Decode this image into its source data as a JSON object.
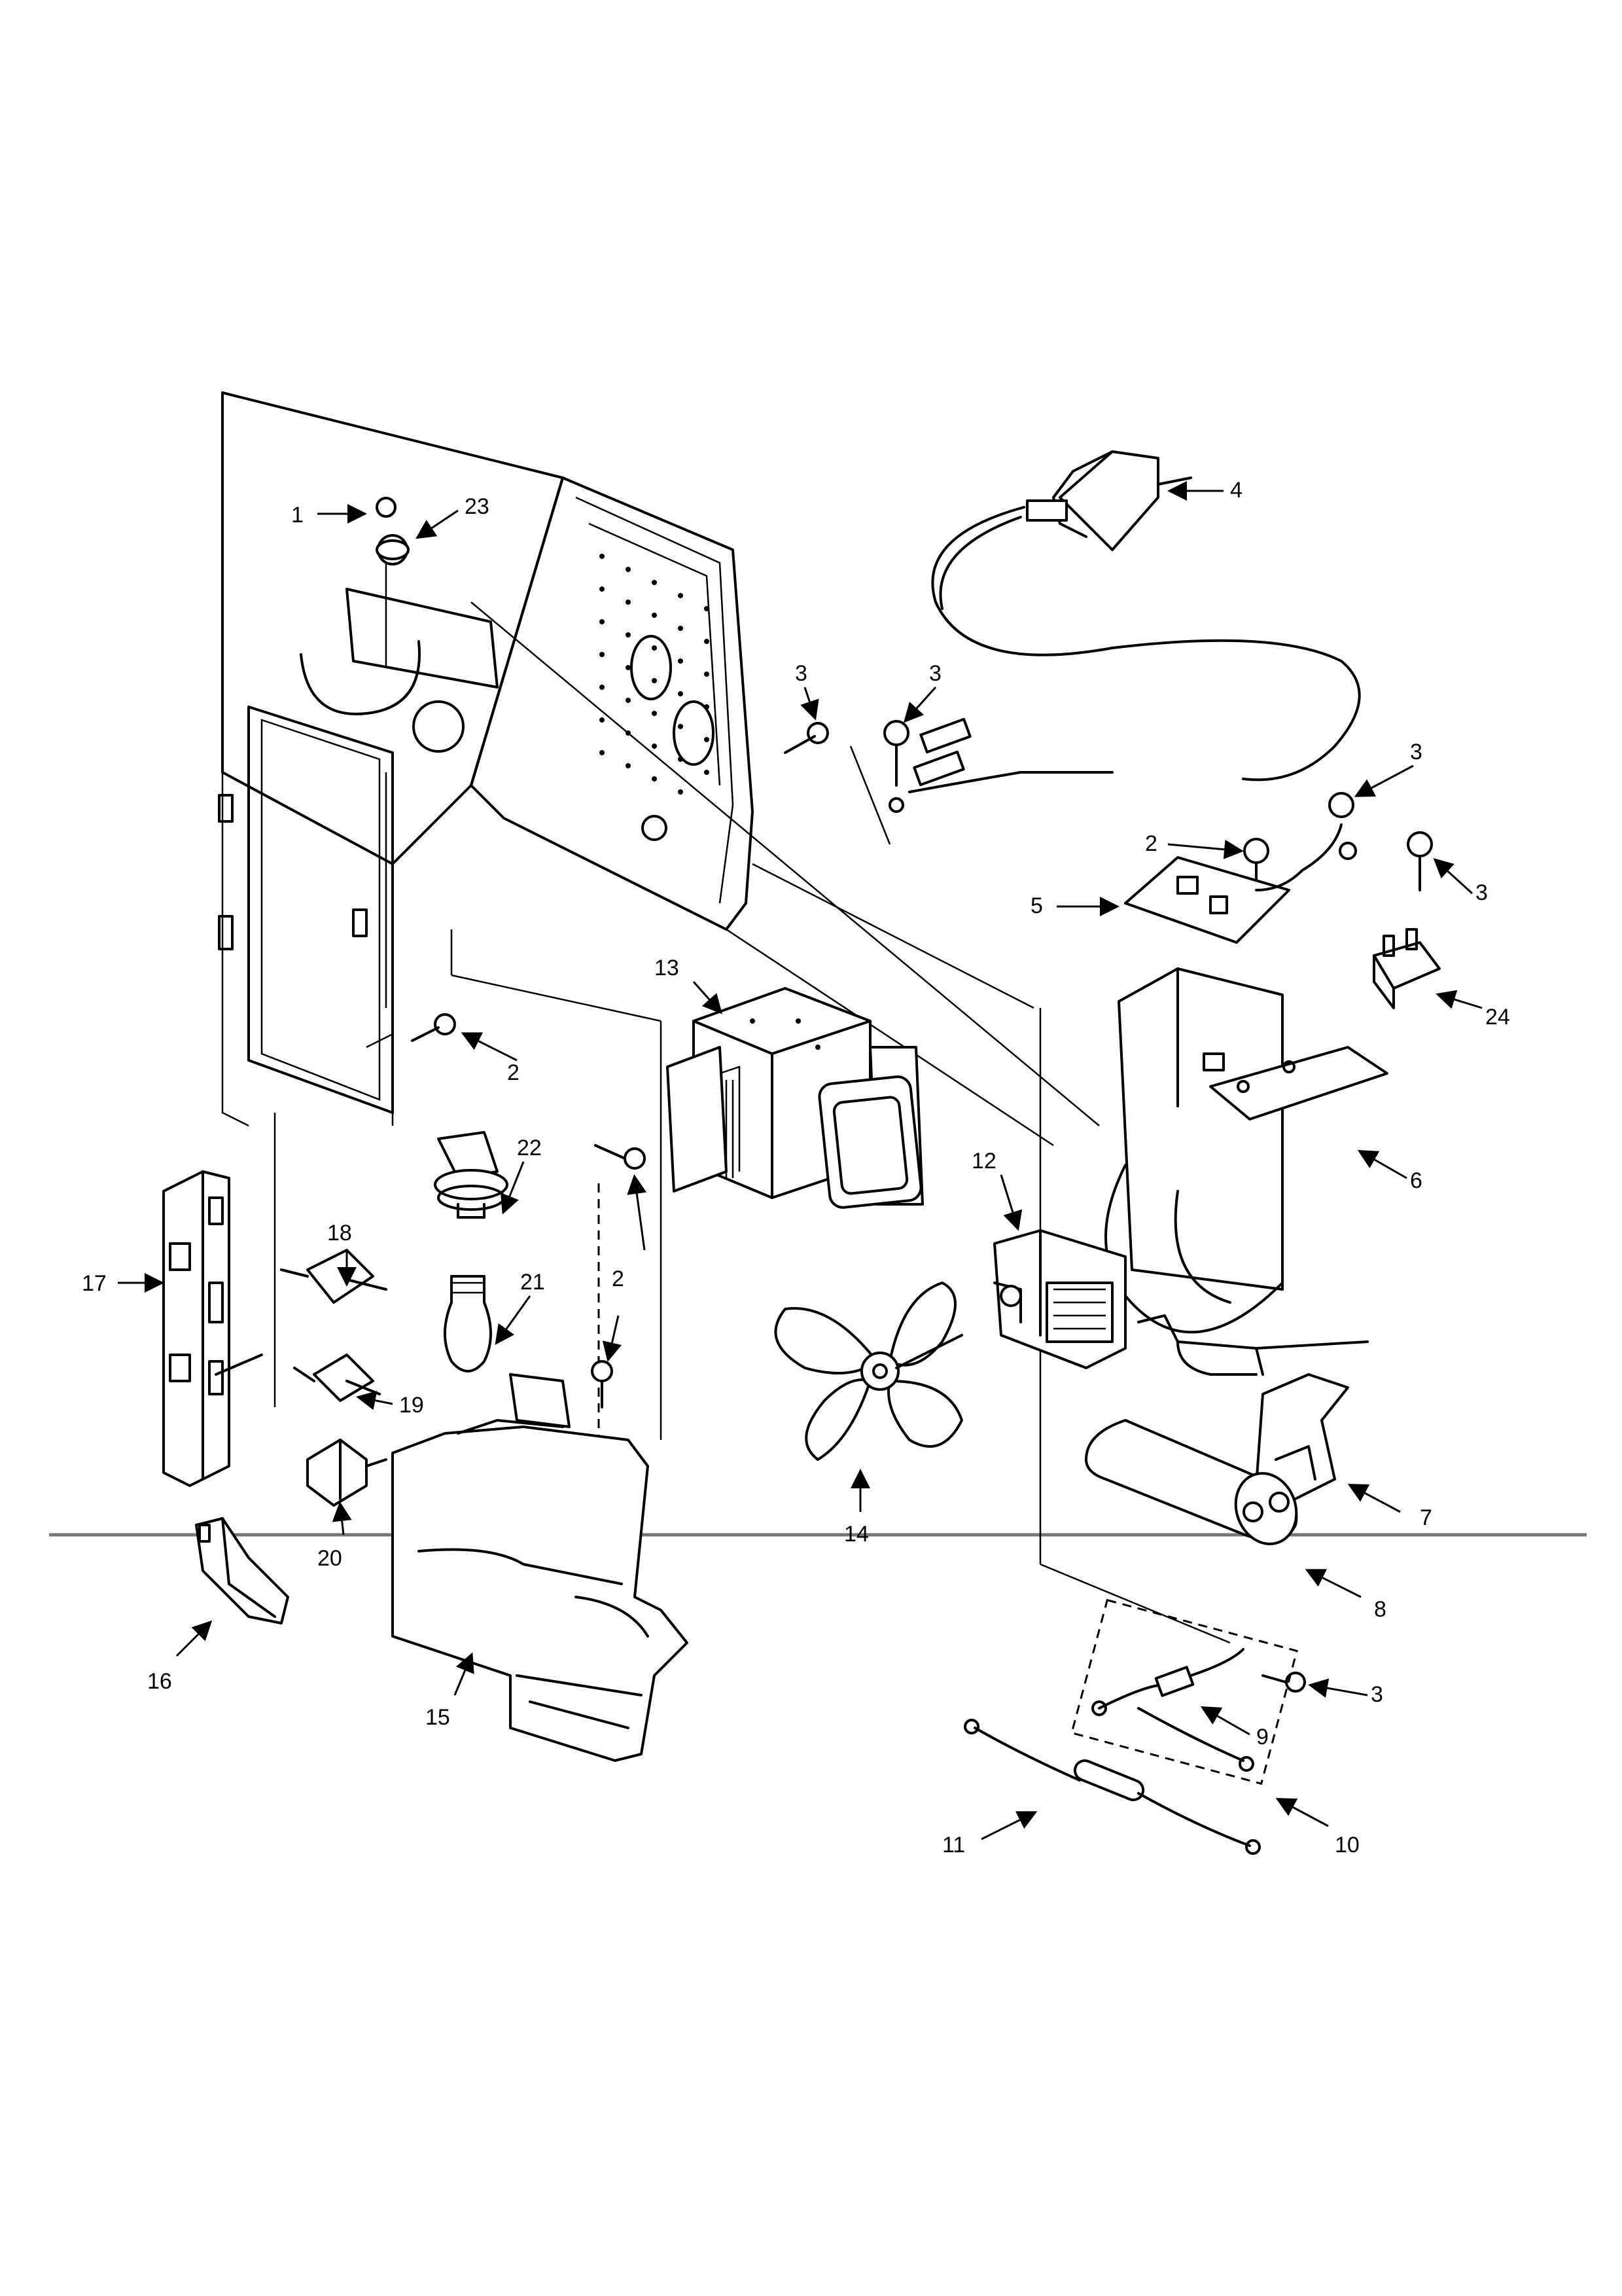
{
  "diagram": {
    "type": "exploded-parts-view",
    "callouts": [
      {
        "id": "c1",
        "label": "1"
      },
      {
        "id": "c23",
        "label": "23"
      },
      {
        "id": "c4",
        "label": "4"
      },
      {
        "id": "c3a",
        "label": "3"
      },
      {
        "id": "c3b",
        "label": "3"
      },
      {
        "id": "c3c",
        "label": "3"
      },
      {
        "id": "c3d",
        "label": "3"
      },
      {
        "id": "c3e",
        "label": "3"
      },
      {
        "id": "c2a",
        "label": "2"
      },
      {
        "id": "c2b",
        "label": "2"
      },
      {
        "id": "c2c",
        "label": "2"
      },
      {
        "id": "c5",
        "label": "5"
      },
      {
        "id": "c24",
        "label": "24"
      },
      {
        "id": "c13",
        "label": "13"
      },
      {
        "id": "c6",
        "label": "6"
      },
      {
        "id": "c12",
        "label": "12"
      },
      {
        "id": "c22",
        "label": "22"
      },
      {
        "id": "c18",
        "label": "18"
      },
      {
        "id": "c17",
        "label": "17"
      },
      {
        "id": "c21",
        "label": "21"
      },
      {
        "id": "c19",
        "label": "19"
      },
      {
        "id": "c20",
        "label": "20"
      },
      {
        "id": "c14",
        "label": "14"
      },
      {
        "id": "c7",
        "label": "7"
      },
      {
        "id": "c8",
        "label": "8"
      },
      {
        "id": "c16",
        "label": "16"
      },
      {
        "id": "c15",
        "label": "15"
      },
      {
        "id": "c9",
        "label": "9"
      },
      {
        "id": "c10",
        "label": "10"
      },
      {
        "id": "c11",
        "label": "11"
      }
    ]
  }
}
